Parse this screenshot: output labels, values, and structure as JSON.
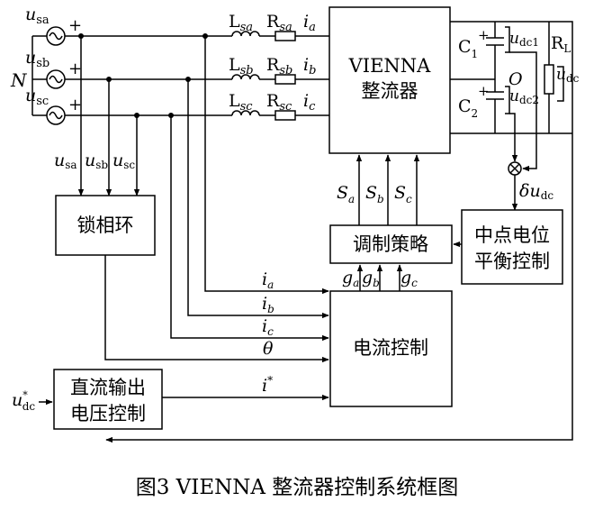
{
  "sources": {
    "sa": {
      "base": "u",
      "sub": "sa"
    },
    "sb": {
      "base": "u",
      "sub": "sb"
    },
    "sc": {
      "base": "u",
      "sub": "sc"
    },
    "neutral": "N",
    "plus": "+"
  },
  "inductors": {
    "a": "L",
    "a_sub": "sa",
    "b": "L",
    "b_sub": "sb",
    "c": "L",
    "c_sub": "sc"
  },
  "resistors": {
    "a": "R",
    "a_sub": "sa",
    "b": "R",
    "b_sub": "sb",
    "c": "R",
    "c_sub": "sc"
  },
  "currents": {
    "a": "i",
    "a_sub": "a",
    "b": "i",
    "b_sub": "b",
    "c": "i",
    "c_sub": "c"
  },
  "vienna": {
    "line1": "VIENNA",
    "line2": "整流器"
  },
  "dc_side": {
    "c1": "C",
    "c1_sub": "1",
    "c2": "C",
    "c2_sub": "2",
    "udc1": "u",
    "udc1_sub": "dc1",
    "udc2": "u",
    "udc2_sub": "dc2",
    "rl": "R",
    "rl_sub": "L",
    "udc": "u",
    "udc_sub": "dc",
    "o": "O",
    "plus": "+"
  },
  "measure": {
    "usa": "u",
    "usa_sub": "sa",
    "usb": "u",
    "usb_sub": "sb",
    "usc": "u",
    "usc_sub": "sc"
  },
  "pll": {
    "label": "锁相环"
  },
  "switch_signals": {
    "sa": "S",
    "sa_sub": "a",
    "sb": "S",
    "sb_sub": "b",
    "sc": "S",
    "sc_sub": "c"
  },
  "modulation": {
    "label": "调制策略"
  },
  "gate_signals": {
    "ga": "g",
    "ga_sub": "a",
    "gb": "g",
    "gb_sub": "b",
    "gc": "g",
    "gc_sub": "c"
  },
  "midpoint": {
    "line1": "中点电位",
    "line2": "平衡控制",
    "delta": "δ",
    "delta_u": "u",
    "delta_sub": "dc"
  },
  "current_control": {
    "label": "电流控制",
    "ia": "i",
    "ia_sub": "a",
    "ib": "i",
    "ib_sub": "b",
    "ic": "i",
    "ic_sub": "c",
    "theta": "θ",
    "istar": "i",
    "istar_sup": "*"
  },
  "dc_voltage_control": {
    "line1": "直流输出",
    "line2": "电压控制",
    "ref": "u",
    "ref_sup": "*",
    "ref_sub": "dc"
  },
  "caption": "图3   VIENNA 整流器控制系统框图"
}
